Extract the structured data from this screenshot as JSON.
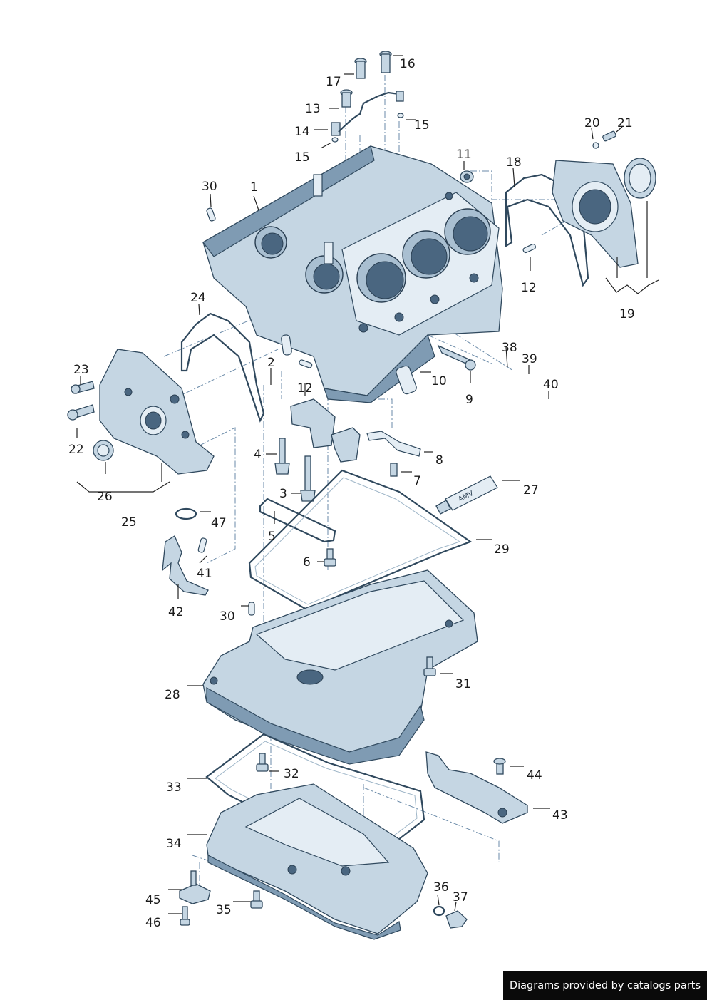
{
  "credit": "Diagrams provided by catalogs parts",
  "tube_label": "AMV",
  "callouts": [
    {
      "id": "c1",
      "text": "1"
    },
    {
      "id": "c2",
      "text": "2"
    },
    {
      "id": "c3",
      "text": "3"
    },
    {
      "id": "c4",
      "text": "4"
    },
    {
      "id": "c5",
      "text": "5"
    },
    {
      "id": "c6",
      "text": "6"
    },
    {
      "id": "c7",
      "text": "7"
    },
    {
      "id": "c8",
      "text": "8"
    },
    {
      "id": "c9",
      "text": "9"
    },
    {
      "id": "c10",
      "text": "10"
    },
    {
      "id": "c11",
      "text": "11"
    },
    {
      "id": "c12a",
      "text": "12"
    },
    {
      "id": "c12b",
      "text": "12"
    },
    {
      "id": "c13",
      "text": "13"
    },
    {
      "id": "c14",
      "text": "14"
    },
    {
      "id": "c15a",
      "text": "15"
    },
    {
      "id": "c15b",
      "text": "15"
    },
    {
      "id": "c16",
      "text": "16"
    },
    {
      "id": "c17",
      "text": "17"
    },
    {
      "id": "c18",
      "text": "18"
    },
    {
      "id": "c19",
      "text": "19"
    },
    {
      "id": "c20",
      "text": "20"
    },
    {
      "id": "c21",
      "text": "21"
    },
    {
      "id": "c22",
      "text": "22"
    },
    {
      "id": "c23",
      "text": "23"
    },
    {
      "id": "c24",
      "text": "24"
    },
    {
      "id": "c25",
      "text": "25"
    },
    {
      "id": "c26",
      "text": "26"
    },
    {
      "id": "c27",
      "text": "27"
    },
    {
      "id": "c28",
      "text": "28"
    },
    {
      "id": "c29",
      "text": "29"
    },
    {
      "id": "c30a",
      "text": "30"
    },
    {
      "id": "c30b",
      "text": "30"
    },
    {
      "id": "c31",
      "text": "31"
    },
    {
      "id": "c32",
      "text": "32"
    },
    {
      "id": "c33",
      "text": "33"
    },
    {
      "id": "c34",
      "text": "34"
    },
    {
      "id": "c35",
      "text": "35"
    },
    {
      "id": "c36",
      "text": "36"
    },
    {
      "id": "c37",
      "text": "37"
    },
    {
      "id": "c38",
      "text": "38"
    },
    {
      "id": "c39",
      "text": "39"
    },
    {
      "id": "c40",
      "text": "40"
    },
    {
      "id": "c41",
      "text": "41"
    },
    {
      "id": "c42",
      "text": "42"
    },
    {
      "id": "c43",
      "text": "43"
    },
    {
      "id": "c44",
      "text": "44"
    },
    {
      "id": "c45",
      "text": "45"
    },
    {
      "id": "c46",
      "text": "46"
    },
    {
      "id": "c47",
      "text": "47"
    }
  ]
}
